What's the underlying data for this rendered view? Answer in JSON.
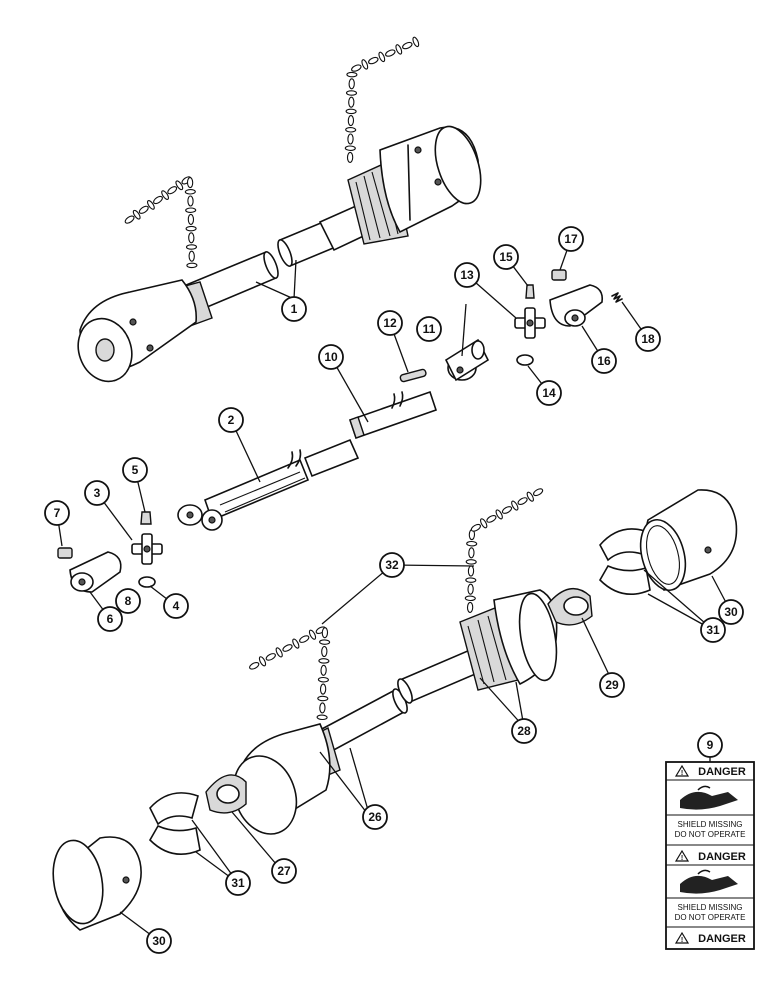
{
  "callouts": {
    "c1": "1",
    "c2": "2",
    "c3": "3",
    "c4": "4",
    "c5": "5",
    "c6": "6",
    "c7": "7",
    "c8": "8",
    "c9": "9",
    "c10": "10",
    "c11": "11",
    "c12": "12",
    "c13": "13",
    "c14": "14",
    "c15": "15",
    "c16": "16",
    "c17": "17",
    "c18": "18",
    "c26": "26",
    "c27": "27",
    "c28": "28",
    "c29": "29",
    "c30a": "30",
    "c30b": "30",
    "c31a": "31",
    "c31b": "31",
    "c32": "32"
  },
  "decal": {
    "danger_1": "DANGER",
    "danger_2": "DANGER",
    "danger_3": "DANGER",
    "warning_1_line1": "SHIELD MISSING",
    "warning_1_line2": "DO NOT OPERATE",
    "warning_2_line1": "SHIELD MISSING",
    "warning_2_line2": "DO NOT OPERATE"
  }
}
